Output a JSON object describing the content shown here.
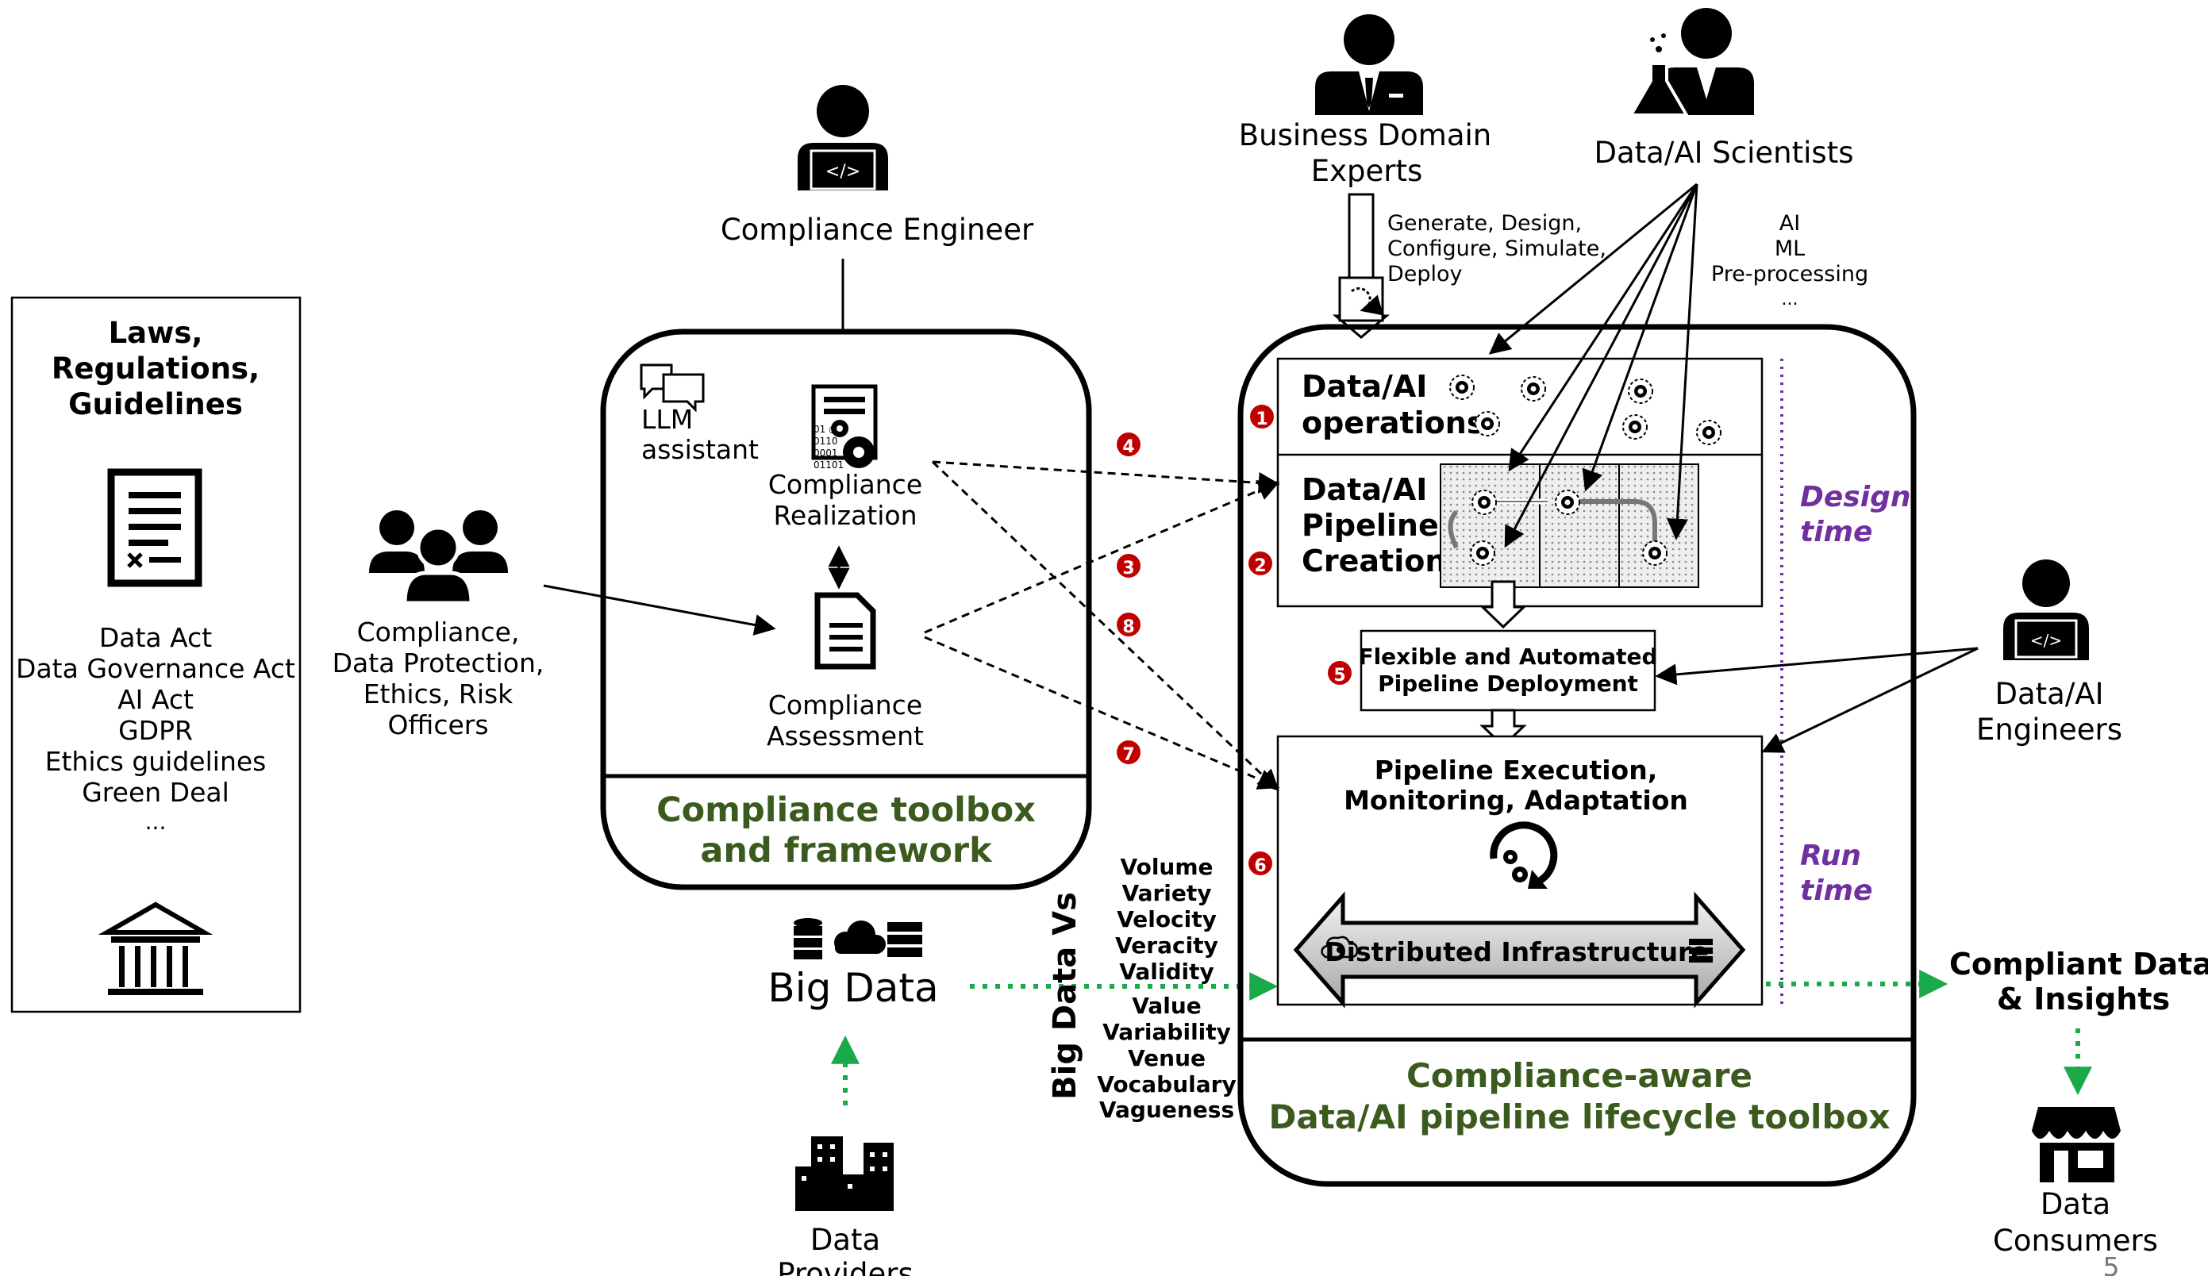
{
  "laws_box": {
    "title": [
      "Laws,",
      "Regulations,",
      "Guidelines"
    ],
    "items": [
      "Data Act",
      "Data Governance Act",
      "AI Act",
      "GDPR",
      "Ethics guidelines",
      "Green Deal",
      "..."
    ]
  },
  "officers": {
    "label": [
      "Compliance,",
      "Data Protection,",
      "Ethics, Risk",
      "Officers"
    ]
  },
  "compliance_engineer": {
    "label": "Compliance Engineer"
  },
  "compliance_toolbox": {
    "llm": [
      "LLM",
      "assistant"
    ],
    "realization": [
      "Compliance",
      "Realization"
    ],
    "assessment": [
      "Compliance",
      "Assessment"
    ],
    "title": [
      "Compliance toolbox",
      "and framework"
    ]
  },
  "big_data": {
    "label": "Big Data",
    "vs_title": "Big Data Vs",
    "vs": [
      "Volume",
      "Variety",
      "Velocity",
      "Veracity",
      "Validity",
      "Value",
      "Variability",
      "Venue",
      "Vocabulary",
      "Vagueness"
    ]
  },
  "data_providers": {
    "label": [
      "Data",
      "Providers"
    ]
  },
  "business_experts": {
    "label": [
      "Business Domain",
      "Experts"
    ]
  },
  "scientists": {
    "label": "Data/AI Scientists"
  },
  "actions_note": [
    "Generate, Design,",
    "Configure, Simulate,",
    "Deploy"
  ],
  "ai_note": [
    "AI",
    "ML",
    "Pre-processing",
    "..."
  ],
  "lifecycle": {
    "operations": [
      "Data/AI",
      "operations"
    ],
    "pipeline_creation": [
      "Data/AI",
      "Pipeline",
      "Creation"
    ],
    "deployment": [
      "Flexible and Automated",
      "Pipeline Deployment"
    ],
    "execution": [
      "Pipeline Execution,",
      "Monitoring, Adaptation"
    ],
    "infrastructure": "Distributed Infrastructure",
    "design_time": [
      "Design",
      "time"
    ],
    "run_time": [
      "Run",
      "time"
    ],
    "title": [
      "Compliance-aware",
      "Data/AI pipeline lifecycle toolbox"
    ]
  },
  "engineers": {
    "label": [
      "Data/AI",
      "Engineers"
    ]
  },
  "output": {
    "label": [
      "Compliant Data",
      "& Insights"
    ]
  },
  "consumers": {
    "label": [
      "Data",
      "Consumers"
    ]
  },
  "markers": [
    "1",
    "2",
    "3",
    "4",
    "5",
    "6",
    "7",
    "8"
  ],
  "page_number": "5",
  "colors": {
    "green_title": "#3a5a1e",
    "purple": "#7030a0",
    "marker_red": "#c00000",
    "dotted_green": "#1aaa4a"
  }
}
